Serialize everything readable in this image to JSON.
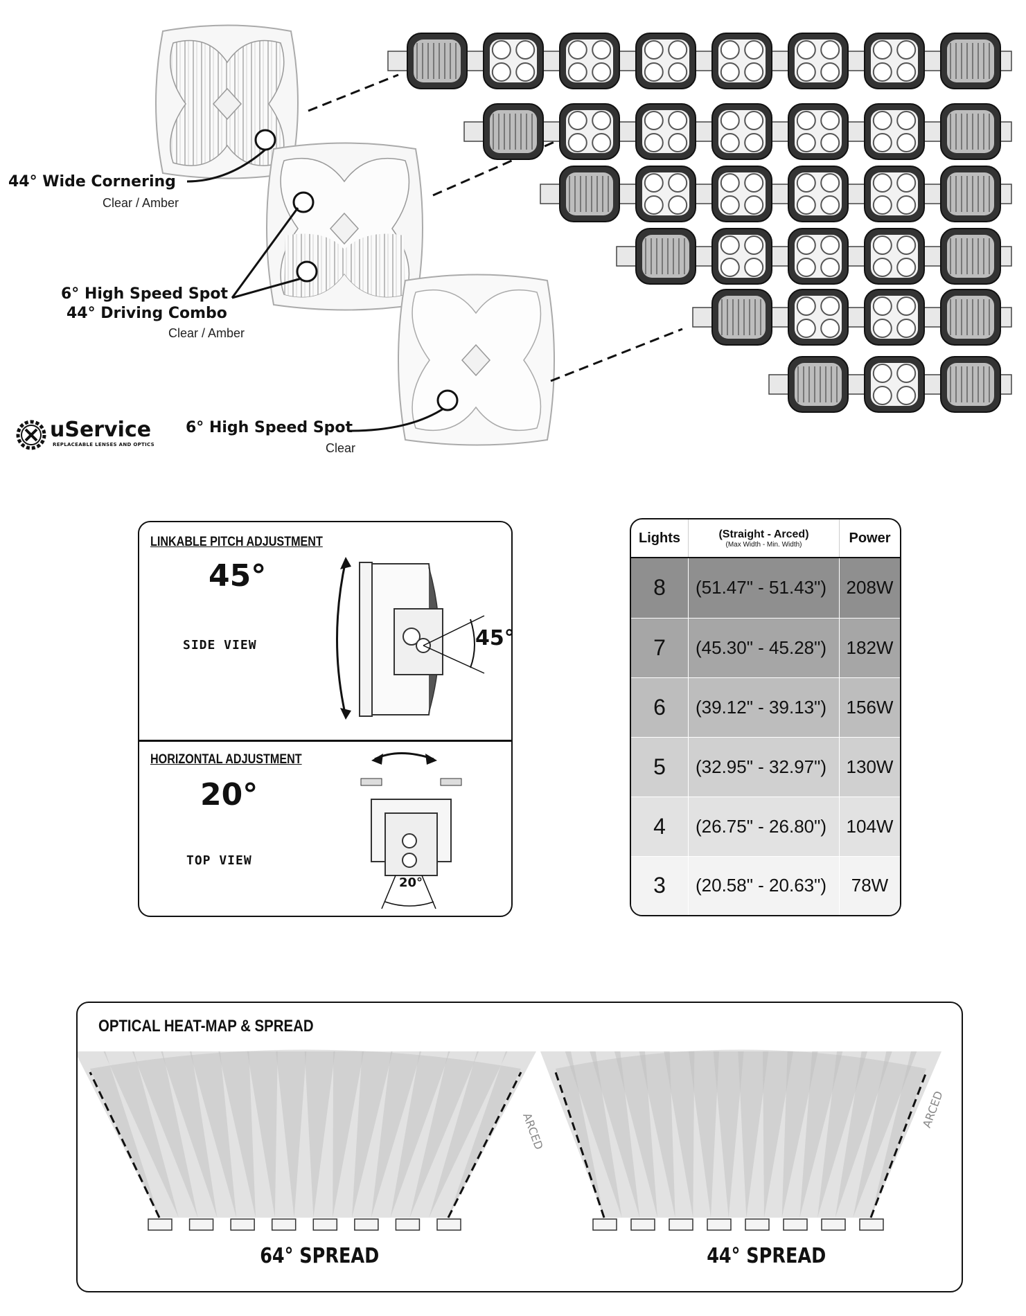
{
  "callouts": {
    "wide_cornering": {
      "title": "44° Wide Cornering",
      "sub": "Clear / Amber"
    },
    "spot_combo": {
      "title1": "6° High Speed Spot",
      "title2": "44° Driving Combo",
      "sub": "Clear / Amber"
    },
    "spot_clear": {
      "title": "6° High Speed Spot",
      "sub": "Clear"
    }
  },
  "logo": {
    "name": "uService",
    "tagline": "REPLACEABLE LENSES AND OPTICS",
    "icon": "gear-tools-icon"
  },
  "light_bars": [
    8,
    7,
    6,
    5,
    4,
    3
  ],
  "adjustment": {
    "pitch": {
      "label": "LINKABLE PITCH ADJUSTMENT",
      "degrees": "45°",
      "view": "SIDE VIEW",
      "diagram_deg": "45°"
    },
    "horizontal": {
      "label": "HORIZONTAL ADJUSTMENT",
      "degrees": "20°",
      "view": "TOP VIEW",
      "diagram_deg": "20°"
    }
  },
  "spec_table": {
    "headers": {
      "lights": "Lights",
      "width": "(Straight - Arced)",
      "width_sub": "(Max Width - Min. Width)",
      "power": "Power"
    },
    "rows": [
      {
        "lights": "8",
        "width": "(51.47\" - 51.43\")",
        "power": "208W",
        "shade": "#8f8f8f"
      },
      {
        "lights": "7",
        "width": "(45.30\" - 45.28\")",
        "power": "182W",
        "shade": "#a6a6a6"
      },
      {
        "lights": "6",
        "width": "(39.12\" - 39.13\")",
        "power": "156W",
        "shade": "#bdbdbd"
      },
      {
        "lights": "5",
        "width": "(32.95\" - 32.97\")",
        "power": "130W",
        "shade": "#d0d0d0"
      },
      {
        "lights": "4",
        "width": "(26.75\" - 26.80\")",
        "power": "104W",
        "shade": "#e2e2e2"
      },
      {
        "lights": "3",
        "width": "(20.58\" - 20.63\")",
        "power": "78W",
        "shade": "#f3f3f3"
      }
    ]
  },
  "heatmap": {
    "title": "OPTICAL HEAT-MAP  &  SPREAD",
    "left": {
      "label": "64° SPREAD"
    },
    "right": {
      "label": "44° SPREAD",
      "arced_left": "ARCED",
      "arced_right": "ARCED"
    }
  }
}
